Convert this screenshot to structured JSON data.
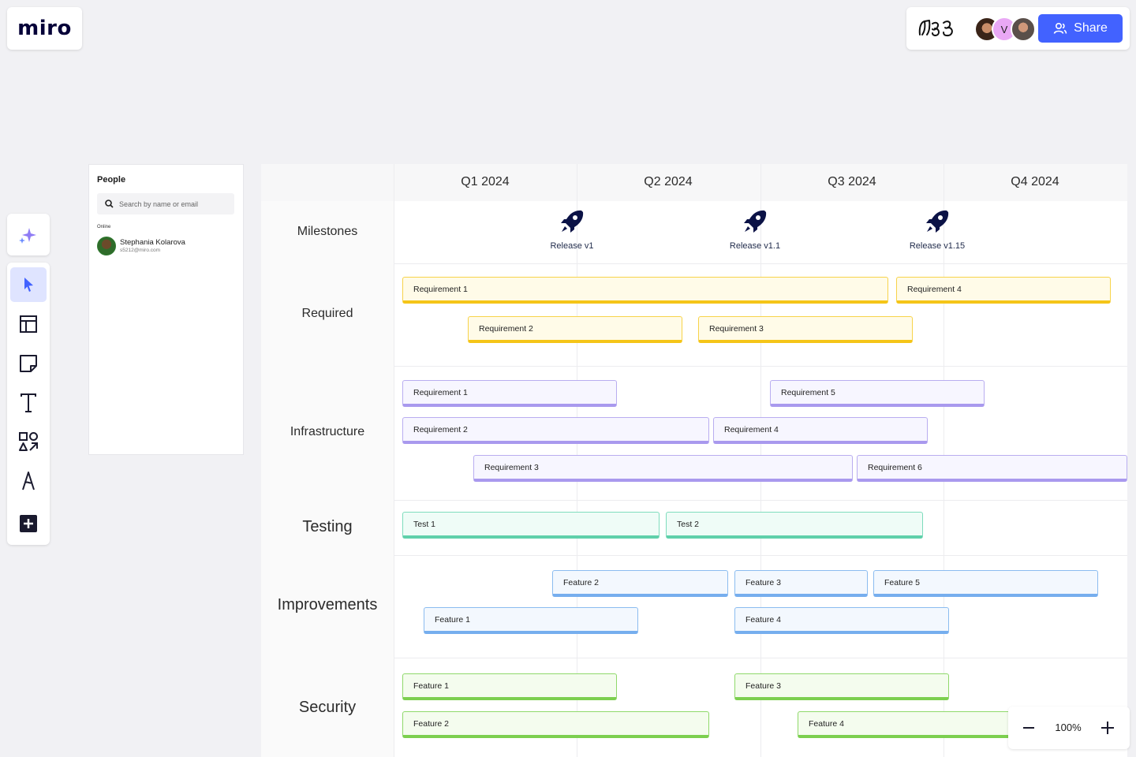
{
  "app": {
    "logo_text": "miro",
    "board_name": "ᔑᓭᑲ",
    "share_label": "Share",
    "avatar_initial": "V",
    "accent": "#4262ff"
  },
  "people_panel": {
    "title": "People",
    "search_placeholder": "Search by name or email",
    "online_label": "Online",
    "person_name": "Stephania Kolarova",
    "person_email": "s5212@miro.com"
  },
  "roadmap": {
    "quarters": [
      "Q1 2024",
      "Q2 2024",
      "Q3 2024",
      "Q4 2024"
    ],
    "rows": {
      "milestones": "Milestones",
      "required": "Required",
      "infrastructure": "Infrastructure",
      "testing": "Testing",
      "improvements": "Improvements",
      "security": "Security"
    },
    "milestones": [
      "Release v1",
      "Release v1.1",
      "Release v1.15"
    ],
    "required": [
      "Requirement 1",
      "Requirement 2",
      "Requirement 3",
      "Requirement 4"
    ],
    "infrastructure": [
      "Requirement 1",
      "Requirement 2",
      "Requirement 3",
      "Requirement 4",
      "Requirement 5",
      "Requirement 6"
    ],
    "testing": [
      "Test 1",
      "Test 2"
    ],
    "improvements": [
      "Feature 1",
      "Feature 2",
      "Feature 3",
      "Feature 4",
      "Feature 5"
    ],
    "security": [
      "Feature 1",
      "Feature 2",
      "Feature 3",
      "Feature 4"
    ],
    "colors": {
      "required": "#f5c518",
      "infrastructure": "#a999ee",
      "testing": "#5fd0aa",
      "improvements": "#76aeee",
      "security": "#7ccf4f",
      "milestone_icon": "#0b1246"
    }
  },
  "toolbar": {
    "tools": [
      "ai-sparkle-icon",
      "select-cursor-icon",
      "templates-icon",
      "sticky-note-icon",
      "text-icon",
      "shapes-icon",
      "pen-icon",
      "add-icon"
    ]
  },
  "zoom": {
    "value": "100%"
  }
}
